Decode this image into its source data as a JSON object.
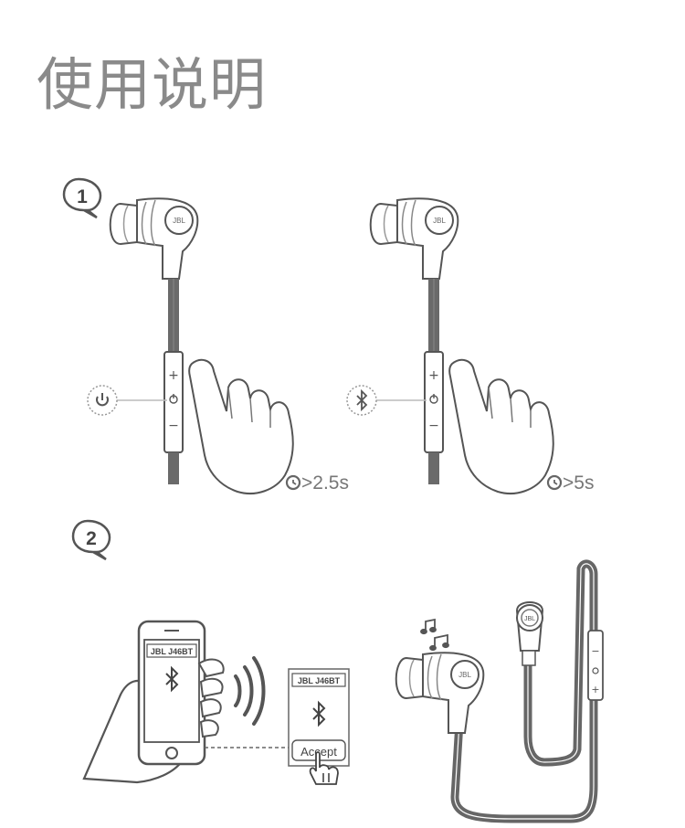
{
  "page": {
    "title": "使用说明"
  },
  "steps": [
    {
      "number": "1"
    },
    {
      "number": "2"
    }
  ],
  "step1": {
    "left": {
      "icon": "power-icon",
      "buttons": [
        "+",
        "−"
      ],
      "hold": ">2.5s"
    },
    "right": {
      "icon": "bluetooth-icon",
      "buttons": [
        "+",
        "−"
      ],
      "hold": ">5s"
    }
  },
  "step2": {
    "phone_label": "JBL J46BT",
    "popup_label": "JBL J46BT",
    "accept_label": "Accept",
    "earphone_brand": "JBL",
    "music_icon": "music-notes-icon"
  },
  "colors": {
    "title": "#8a8a8a",
    "line": "#555555",
    "cable": "#6a6a6a"
  }
}
